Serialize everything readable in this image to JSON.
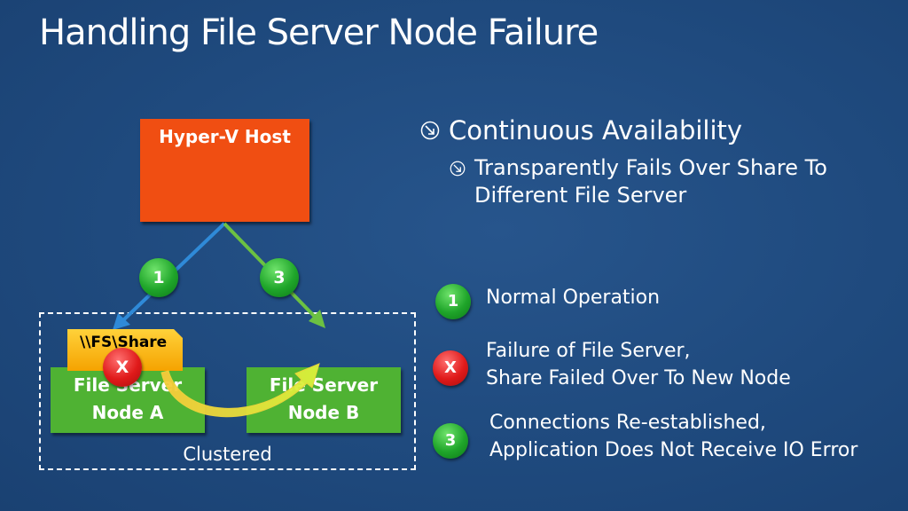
{
  "title": "Handling File Server Node Failure",
  "bullets": {
    "main": "Continuous Availability",
    "sub": "Transparently Fails Over Share To Different File Server"
  },
  "diagram": {
    "host_label": "Hyper-V Host",
    "share_label": "\\\\FS\\Share",
    "node_a": [
      "File Server",
      "Node A"
    ],
    "node_b": [
      "File Server",
      "Node B"
    ],
    "cluster_label": "Clustered",
    "step1_badge": "1",
    "step3_badge": "3",
    "failure_badge": "X"
  },
  "legend": [
    {
      "badge": "1",
      "color": "green",
      "lines": [
        "Normal Operation"
      ]
    },
    {
      "badge": "X",
      "color": "red",
      "lines": [
        "Failure of File Server,",
        "Share Failed Over To New Node"
      ]
    },
    {
      "badge": "3",
      "color": "green",
      "lines": [
        "Connections Re-established,",
        "Application Does Not Receive IO Error"
      ]
    }
  ],
  "colors": {
    "background": "#1f4a7e",
    "host": "#f04e12",
    "node": "#4fb233",
    "share": "#f5b800",
    "path_1": "#2f8ad8",
    "path_3": "#6cc142",
    "failure": "#e01a1a"
  }
}
